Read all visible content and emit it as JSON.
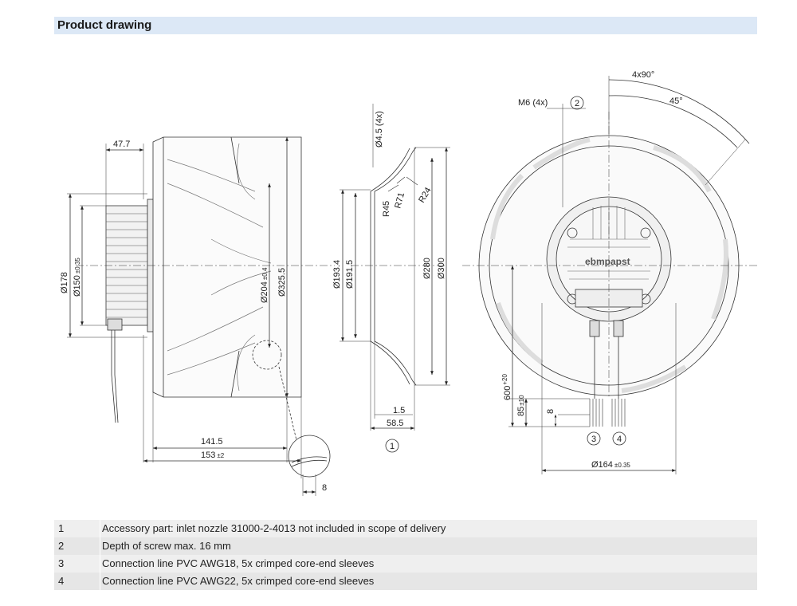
{
  "header": {
    "title": "Product drawing"
  },
  "side_view": {
    "dims": {
      "d1": "47.7",
      "d2": "Ø178",
      "d3": "Ø150",
      "d3_tol": "±0.35",
      "d4": "Ø204",
      "d4_tol": "±0.4",
      "d5": "Ø325.5",
      "d6": "141.5",
      "d7": "153",
      "d7_tol": "±2",
      "d8": "8"
    }
  },
  "nozzle_view": {
    "dims": {
      "hole": "Ø4.5 (4x)",
      "r45": "R45",
      "r71": "R71",
      "r24": "R24",
      "d1": "Ø193.4",
      "d2": "Ø191.5",
      "d3": "Ø280",
      "d4": "Ø300",
      "d5": "1.5",
      "d6": "58.5"
    },
    "callout": "1"
  },
  "front_view": {
    "dims": {
      "angle1": "4x90°",
      "angle2": "45°",
      "thread": "M6 (4x)",
      "cable_len": "600",
      "cable_tol": "+20",
      "len2": "85",
      "len2_tol": "±10",
      "len3": "8",
      "bolt": "Ø164",
      "bolt_tol": "±0.35"
    },
    "callouts": {
      "c2": "2",
      "c3": "3",
      "c4": "4"
    },
    "logo": "ebmpapst"
  },
  "notes": [
    {
      "num": "1",
      "text": "Accessory part: inlet nozzle 31000-2-4013 not included in scope of delivery"
    },
    {
      "num": "2",
      "text": "Depth of screw max. 16 mm"
    },
    {
      "num": "3",
      "text": "Connection line PVC AWG18, 5x crimped core-end sleeves"
    },
    {
      "num": "4",
      "text": "Connection line PVC AWG22, 5x crimped core-end sleeves"
    }
  ]
}
